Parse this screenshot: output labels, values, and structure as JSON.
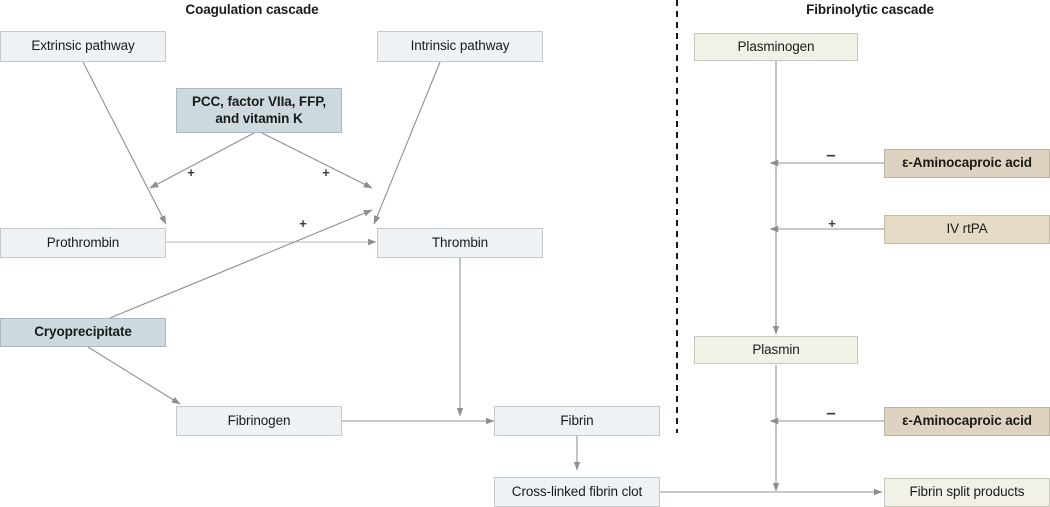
{
  "titles": {
    "left": "Coagulation cascade",
    "right": "Fibrinolytic cascade"
  },
  "coagulation": {
    "extrinsic": "Extrinsic pathway",
    "intrinsic": "Intrinsic pathway",
    "pcc": "PCC, factor VIIa, FFP,\nand vitamin K",
    "pcc_line1": "PCC, factor VIIa, FFP,",
    "pcc_line2": "and vitamin K",
    "prothrombin": "Prothrombin",
    "thrombin": "Thrombin",
    "cryoprecipitate": "Cryoprecipitate",
    "fibrinogen": "Fibrinogen",
    "fibrin": "Fibrin",
    "clot": "Cross-linked fibrin clot"
  },
  "fibrinolysis": {
    "plasminogen": "Plasminogen",
    "plasmin": "Plasmin",
    "fibrin_split": "Fibrin split products",
    "eaca_top": "ε-Aminocaproic acid",
    "rtpa": "IV rtPA",
    "eaca_bottom": "ε-Aminocaproic acid"
  },
  "signs": {
    "pcc_left": "+",
    "pcc_right": "+",
    "cryo_thrombin": "+",
    "eaca_top": "–",
    "rtpa": "+",
    "eaca_bottom": "–"
  },
  "colors": {
    "box_blue": "#eef2f5",
    "box_blue_strong": "#ccd9de",
    "box_cream": "#f2f1e8",
    "box_tan": "#ded3c0",
    "box_tan_plain": "#e4dac6",
    "arrow": "#8c9096",
    "divider": "#1a1a1a",
    "text": "#1a1a1a"
  }
}
